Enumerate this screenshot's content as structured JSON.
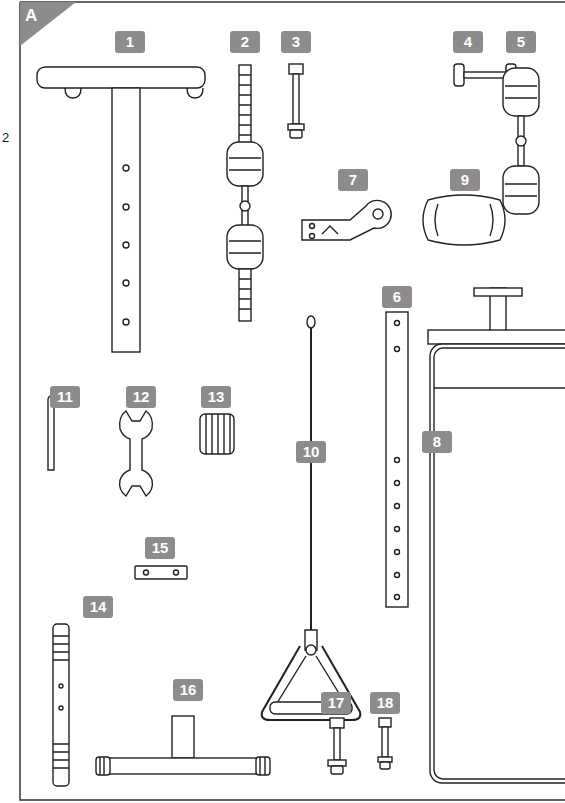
{
  "diagram": {
    "labels": [
      "A",
      "2",
      "1",
      "2",
      "3",
      "4",
      "5",
      "7",
      "9",
      "6",
      "11",
      "12",
      "13",
      "10",
      "8",
      "15",
      "14",
      "16",
      "17",
      "18"
    ]
  }
}
